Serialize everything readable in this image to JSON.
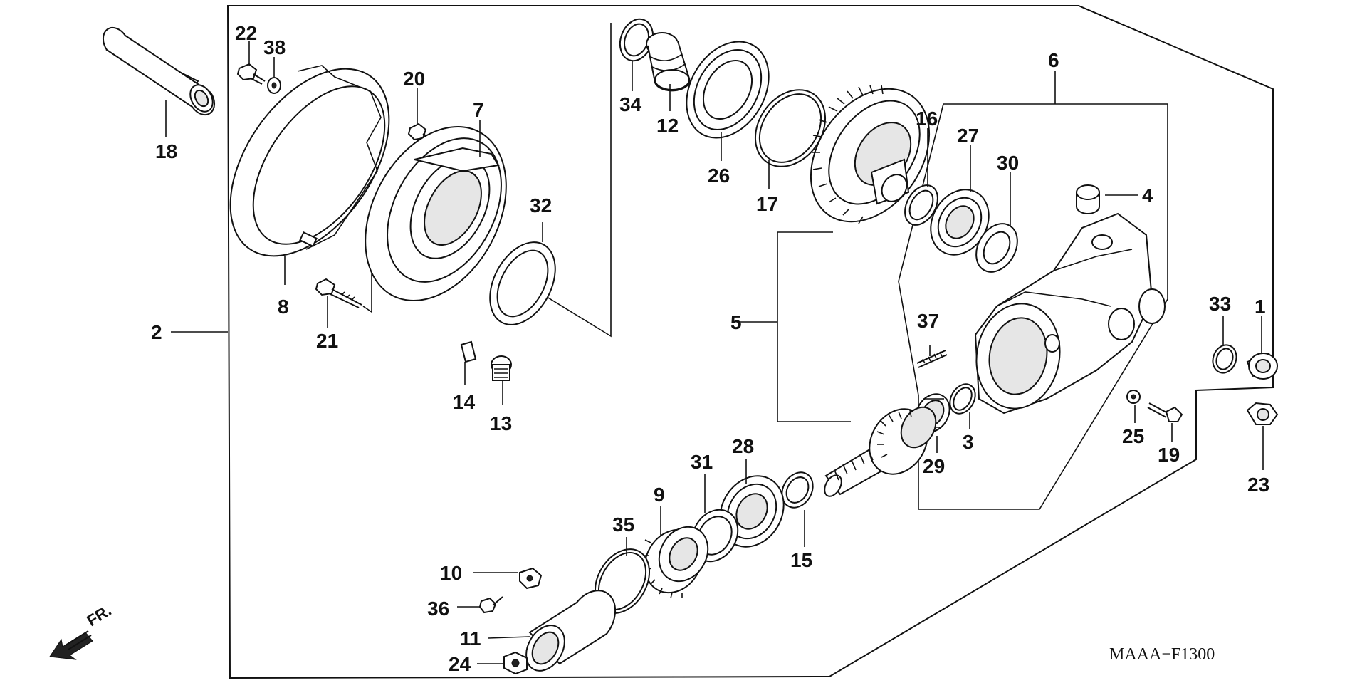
{
  "diagram": {
    "code": "MAAA−F1300",
    "direction_label": "FR."
  },
  "parts": {
    "p1": "1",
    "p2": "2",
    "p3": "3",
    "p4": "4",
    "p5": "5",
    "p6": "6",
    "p7": "7",
    "p8": "8",
    "p9": "9",
    "p10": "10",
    "p11": "11",
    "p12": "12",
    "p13": "13",
    "p14": "14",
    "p15": "15",
    "p16": "16",
    "p17": "17",
    "p18": "18",
    "p19": "19",
    "p20": "20",
    "p21": "21",
    "p22": "22",
    "p23": "23",
    "p24": "24",
    "p25": "25",
    "p26": "26",
    "p27": "27",
    "p28": "28",
    "p29": "29",
    "p30": "30",
    "p31": "31",
    "p32": "32",
    "p33": "33",
    "p34": "34",
    "p35": "35",
    "p36": "36",
    "p37": "37",
    "p38": "38"
  }
}
